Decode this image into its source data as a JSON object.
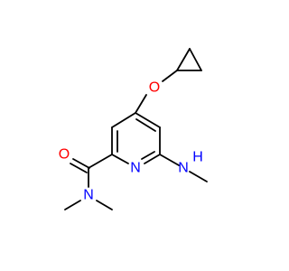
{
  "molecule": {
    "atom_labels": {
      "ring_nitrogen": "N",
      "ether_oxygen": "O",
      "carbonyl_oxygen": "O",
      "amide_nitrogen": "N",
      "amine_nitrogen": "N",
      "amine_hydrogen": "H"
    },
    "colors": {
      "bond": "#000000",
      "oxygen": "#FF0000",
      "nitrogen": "#0000FF",
      "background": "#FFFFFF"
    }
  }
}
